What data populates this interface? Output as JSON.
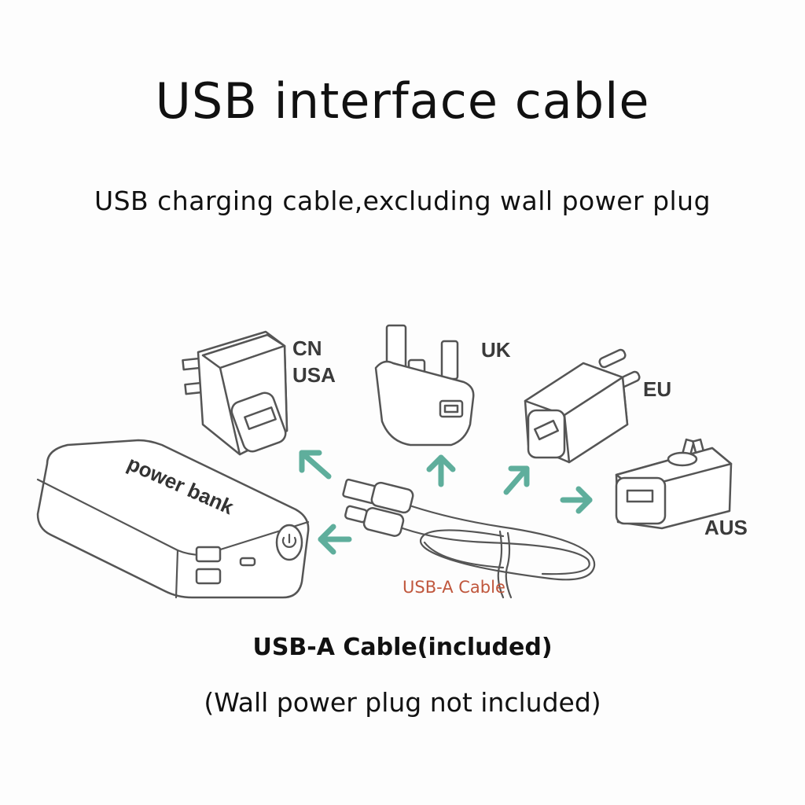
{
  "header": {
    "title": "USB interface cable",
    "subtitle": "USB charging cable,excluding wall power plug"
  },
  "diagram": {
    "plug_labels": {
      "cn": "CN",
      "usa": "USA",
      "uk": "UK",
      "eu": "EU",
      "aus": "AUS"
    },
    "power_bank_label": "power bank",
    "cable_label": "USB-A Cable",
    "colors": {
      "arrow": "#5fae9c",
      "cable_label": "#c0573d",
      "outline": "#555555"
    }
  },
  "footer": {
    "caption": "USB-A Cable(included)",
    "note": "(Wall power plug not included)"
  }
}
